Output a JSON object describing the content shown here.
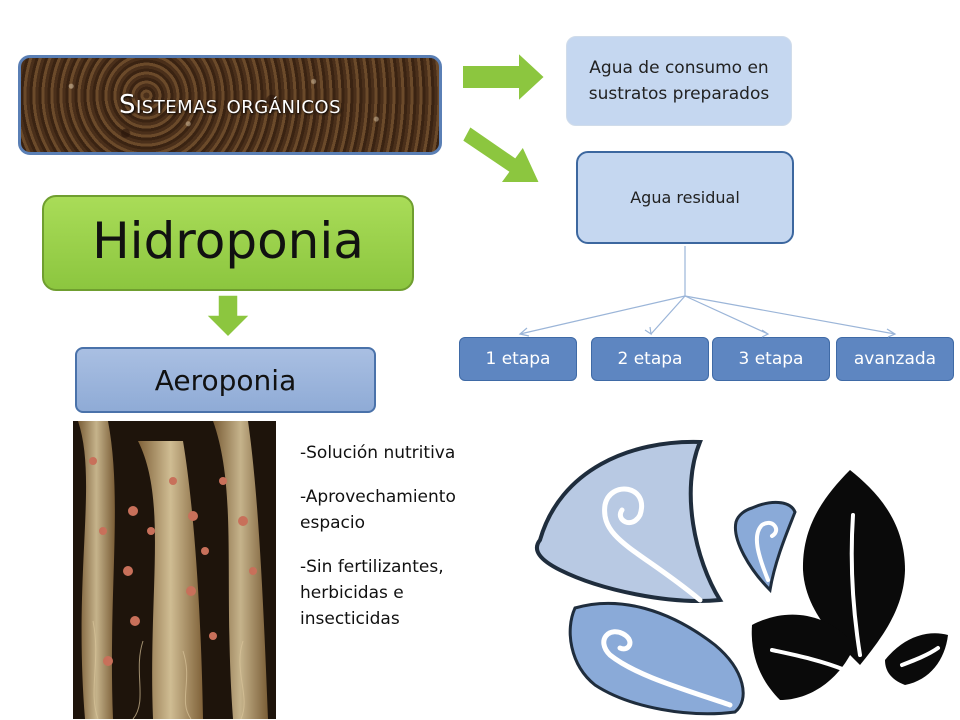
{
  "sistemas": {
    "label": "Sistemas orgánicos"
  },
  "hidroponia": {
    "label": "Hidroponia"
  },
  "aeroponia": {
    "label": "Aeroponia"
  },
  "agua_consumo": {
    "label": "Agua de consumo en sustratos preparados"
  },
  "agua_residual": {
    "label": "Agua residual"
  },
  "etapas": [
    {
      "label": "1 etapa"
    },
    {
      "label": "2 etapa"
    },
    {
      "label": "3 etapa"
    },
    {
      "label": "avanzada"
    }
  ],
  "bullets": [
    "-Solución nutritiva",
    "-Aprovechamiento espacio",
    "-Sin fertilizantes, herbicidas e insecticidas"
  ],
  "colors": {
    "arrow_green": "#8cc63f",
    "etapa_blue": "#5e86c1",
    "box_light_blue": "#c5d7f0",
    "leaf_blue": "#b8c9e3",
    "leaf_blue_dark": "#8aaad8"
  },
  "icons": [
    "leaf-swirl-icon",
    "black-leaves-icon"
  ]
}
